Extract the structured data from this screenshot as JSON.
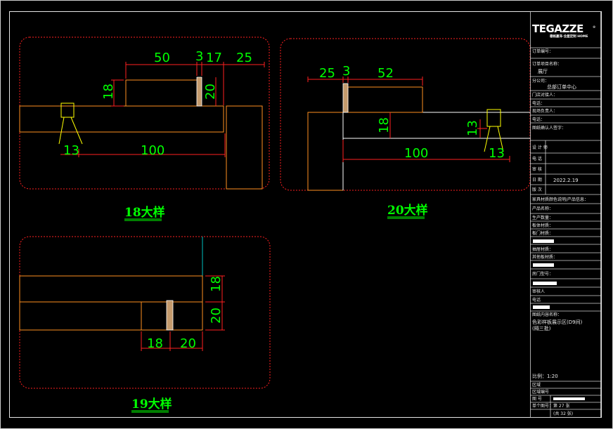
{
  "logo": {
    "brand": "TEGAZZE",
    "registered": "®",
    "sub": "德格嘉泽·全屋定制 HOME"
  },
  "detail18": {
    "label": "18大样",
    "dims": {
      "a": "50",
      "b": "3",
      "c": "17",
      "d": "25",
      "e": "18",
      "f": "20",
      "g": "13",
      "h": "100"
    }
  },
  "detail20": {
    "label": "20大样",
    "dims": {
      "a": "25",
      "b": "3",
      "c": "52",
      "d": "18",
      "e": "13",
      "f": "100",
      "g": "13"
    }
  },
  "detail19": {
    "label": "19大样",
    "dims": {
      "a": "18",
      "b": "20",
      "c": "18",
      "d": "20"
    }
  },
  "title_block": {
    "order_no": "订单编号：",
    "order_project": "订单项目名称：",
    "project_value": "展厅",
    "branch": "分公司：",
    "branch_value": "总部订单中心",
    "store_contact": "门店对接人：",
    "phone1": "电话：",
    "site_manager": "现场负责人：",
    "phone2": "电话：",
    "client_sign": "图纸确认人签字：",
    "designer": "设 计 师",
    "phone3": "电    话",
    "reviewer": "审    核",
    "date": "日    期",
    "date_value": "2022.2.19",
    "version": "版    次",
    "material_info": "家具材质颜色说明/产品信息：",
    "product_name": "产品名称：",
    "production_qty": "生产数量：",
    "board_material": "板体材质：",
    "door_material": "板门材质：",
    "hardware_material": "抽屉材质：",
    "other_material": "其他板材质：",
    "door_model": "房门型号：",
    "approver": "审核人",
    "phone4": "电话",
    "drawing_name": "图纸内容名称：",
    "drawing_value_1": "色彩样板展示区(D9间)",
    "drawing_value_2": "(隔三批)",
    "scale": "比例：1:20",
    "area": "区域",
    "area_no": "区域编号",
    "drawing_no": "图      号",
    "sheet_label": "单个图号：",
    "sheet_value": "第 27 张",
    "total_value": "(共 32 张)"
  }
}
